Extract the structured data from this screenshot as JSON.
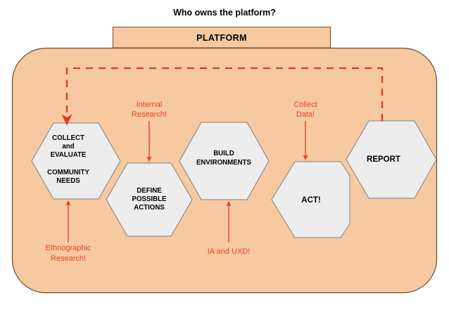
{
  "page": {
    "title": "Who owns the platform?",
    "background_color": "#ffffff"
  },
  "colors": {
    "canvas_fill": "#f6c9a0",
    "canvas_stroke": "#6b4a33",
    "platform_fill": "#f6c9a0",
    "platform_stroke": "#6b4a33",
    "hexagon_fill": "#ededed",
    "hexagon_stroke": "#808080",
    "annotation_red": "#e8402a",
    "arrow_red": "#e03b22",
    "text_black": "#000000"
  },
  "platform_bar": {
    "label": "PLATFORM"
  },
  "stages": [
    {
      "id": "collect-evaluate",
      "lines": [
        "COLLECT",
        "and",
        "EVALUATE",
        "",
        "COMMUNITY",
        "NEEDS"
      ],
      "size": "small"
    },
    {
      "id": "define-possible-actions",
      "lines": [
        "DEFINE",
        "POSSIBLE",
        "ACTIONS"
      ],
      "size": "small"
    },
    {
      "id": "build-environments",
      "lines": [
        "BUILD",
        "ENVIRONMENTS"
      ],
      "size": "small"
    },
    {
      "id": "act",
      "lines": [
        "ACT!"
      ],
      "size": "large"
    },
    {
      "id": "report",
      "lines": [
        "REPORT"
      ],
      "size": "large"
    }
  ],
  "annotations": [
    {
      "id": "internal-research",
      "lines": [
        "Internal",
        "Research!"
      ],
      "direction": "down",
      "target": "define-possible-actions"
    },
    {
      "id": "collect-data",
      "lines": [
        "Collect",
        "Data!"
      ],
      "direction": "down",
      "target": "act"
    },
    {
      "id": "ethnographic-research",
      "lines": [
        "Ethnographic",
        "Research!"
      ],
      "direction": "up",
      "target": "collect-evaluate"
    },
    {
      "id": "ia-and-uxd",
      "lines": [
        "IA and UXD!"
      ],
      "direction": "up",
      "target": "build-environments"
    }
  ],
  "feedback_loop": {
    "id": "report-to-collect-feedback",
    "style": "dashed",
    "from": "report",
    "to": "collect-evaluate"
  }
}
